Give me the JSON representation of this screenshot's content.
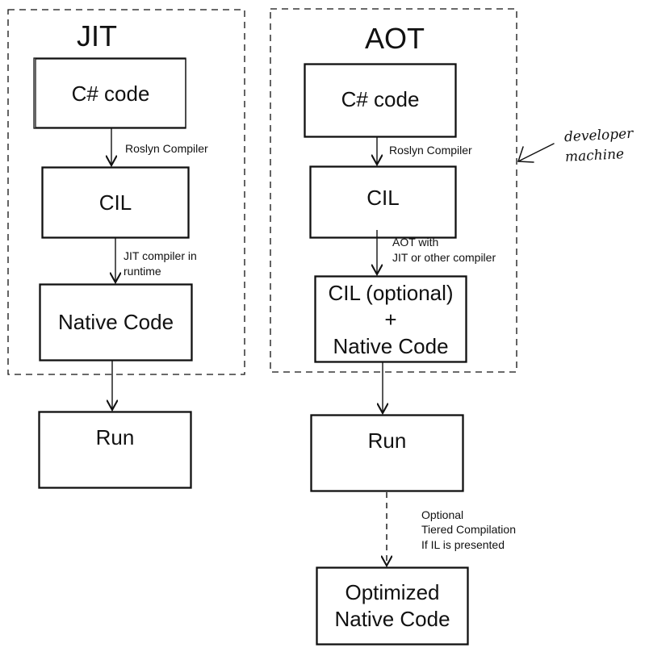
{
  "jit": {
    "title": "JIT",
    "boxes": {
      "code": "C# code",
      "cil": "CIL",
      "native": "Native Code",
      "run": "Run"
    },
    "edges": {
      "compile": "Roslyn Compiler",
      "jit_line1": "JIT compiler in",
      "jit_line2": "runtime"
    }
  },
  "aot": {
    "title": "AOT",
    "boxes": {
      "code": "C# code",
      "cil": "CIL",
      "mixed_line1": "CIL (optional)",
      "mixed_line2": "+",
      "mixed_line3": "Native Code",
      "run": "Run",
      "optimized_line1": "Optimized",
      "optimized_line2": "Native Code"
    },
    "edges": {
      "compile": "Roslyn Compiler",
      "aot_line1": "AOT with",
      "aot_line2": "JIT or other compiler",
      "tier_line1": "Optional",
      "tier_line2": "Tiered Compilation",
      "tier_line3": "If IL is presented"
    }
  },
  "note": {
    "line1": "developer",
    "line2": "machine"
  }
}
